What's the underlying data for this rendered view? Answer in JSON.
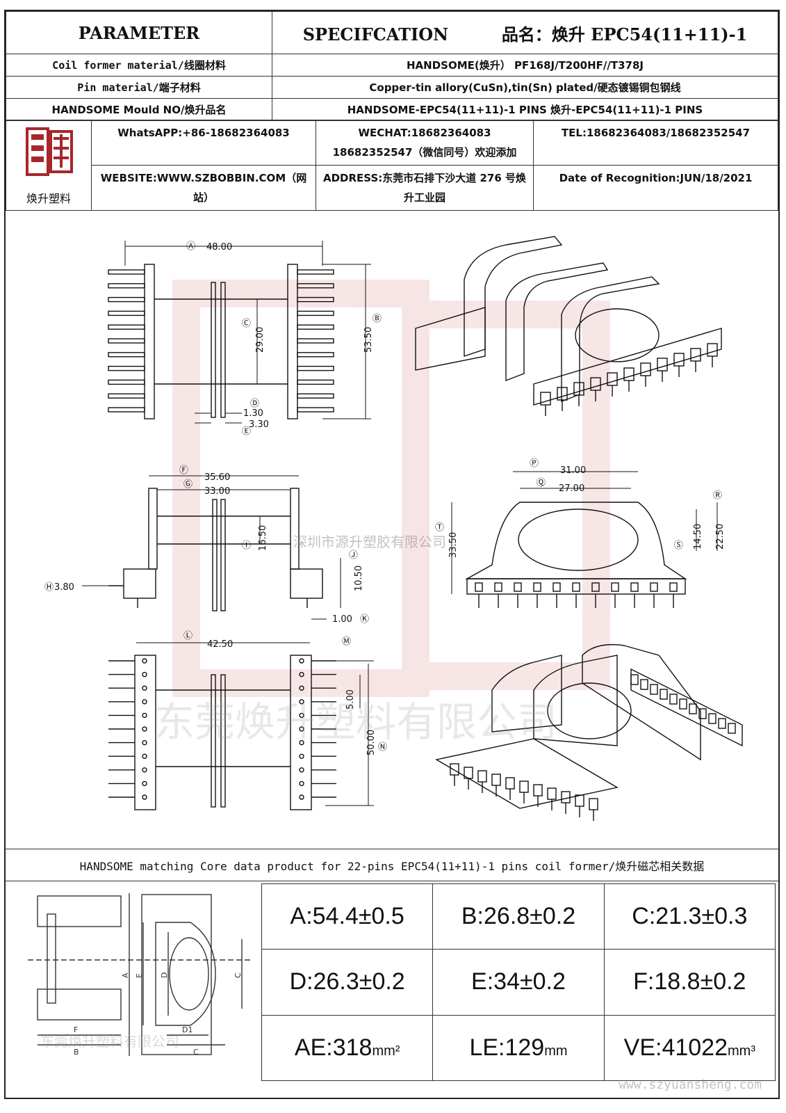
{
  "header": {
    "parameter": "PARAMETER",
    "specification": "SPECIFCATION",
    "product_name": "品名：焕升 EPC54(11+11)-1"
  },
  "rows": [
    {
      "label": "Coil former material/线圈材料",
      "value": "HANDSOME(焕升）  PF168J/T200HF//T378J"
    },
    {
      "label": "Pin material/端子材料",
      "value": "Copper-tin allory(CuSn),tin(Sn) plated/硬态镀锡铜包钢线"
    },
    {
      "label": "HANDSOME Mould NO/焕升品名",
      "value": "HANDSOME-EPC54(11+11)-1 PINS   焕升-EPC54(11+11)-1 PINS"
    }
  ],
  "contact": {
    "logo_text": "焕升塑料",
    "whatsapp": "WhatsAPP:+86-18682364083",
    "wechat": "WECHAT:18682364083 18682352547（微信同号）欢迎添加",
    "tel": "TEL:18682364083/18682352547",
    "website": "WEBSITE:WWW.SZBOBBIN.COM（网站）",
    "address": "ADDRESS:东莞市石排下沙大道 276 号焕升工业园",
    "date": "Date of Recognition:JUN/18/2021"
  },
  "dimensions": {
    "A": "48.00",
    "B": "53.50",
    "C": "29.00",
    "D": "1.30",
    "E": "3.30",
    "F": "35.60",
    "G": "33.00",
    "I": "16.50",
    "J": "10.50",
    "H": "3.80",
    "K": "1.00",
    "L": "42.50",
    "M": "5.00",
    "N": "50.00",
    "P": "31.00",
    "Q": "27.00",
    "R": "22.50",
    "S": "14.50",
    "T": "33.50"
  },
  "watermarks": {
    "top": "深圳市源升塑胶有限公司",
    "bottom": "东莞焕升塑料有限公司",
    "core": "东莞焕升塑料有限公司",
    "url": "www.szyuansheng.com"
  },
  "core_header": "HANDSOME matching Core data  product for 22-pins EPC54(11+11)-1 pins coil former/焕升磁芯相关数据",
  "core_values": [
    {
      "text": "A:54.4±0.5"
    },
    {
      "text": "B:26.8±0.2"
    },
    {
      "text": "C:21.3±0.3"
    },
    {
      "text": "D:26.3±0.2"
    },
    {
      "text": "E:34±0.2"
    },
    {
      "text": "F:18.8±0.2"
    }
  ],
  "core_params": {
    "ae": "AE:318",
    "ae_unit": "mm²",
    "le": "LE:129",
    "le_unit": "mm",
    "ve": "VE:41022",
    "ve_unit": "mm³"
  },
  "core_labels": {
    "A": "A",
    "B": "B",
    "C": "C",
    "D": "D",
    "E": "E",
    "F": "F",
    "D1": "D1"
  }
}
